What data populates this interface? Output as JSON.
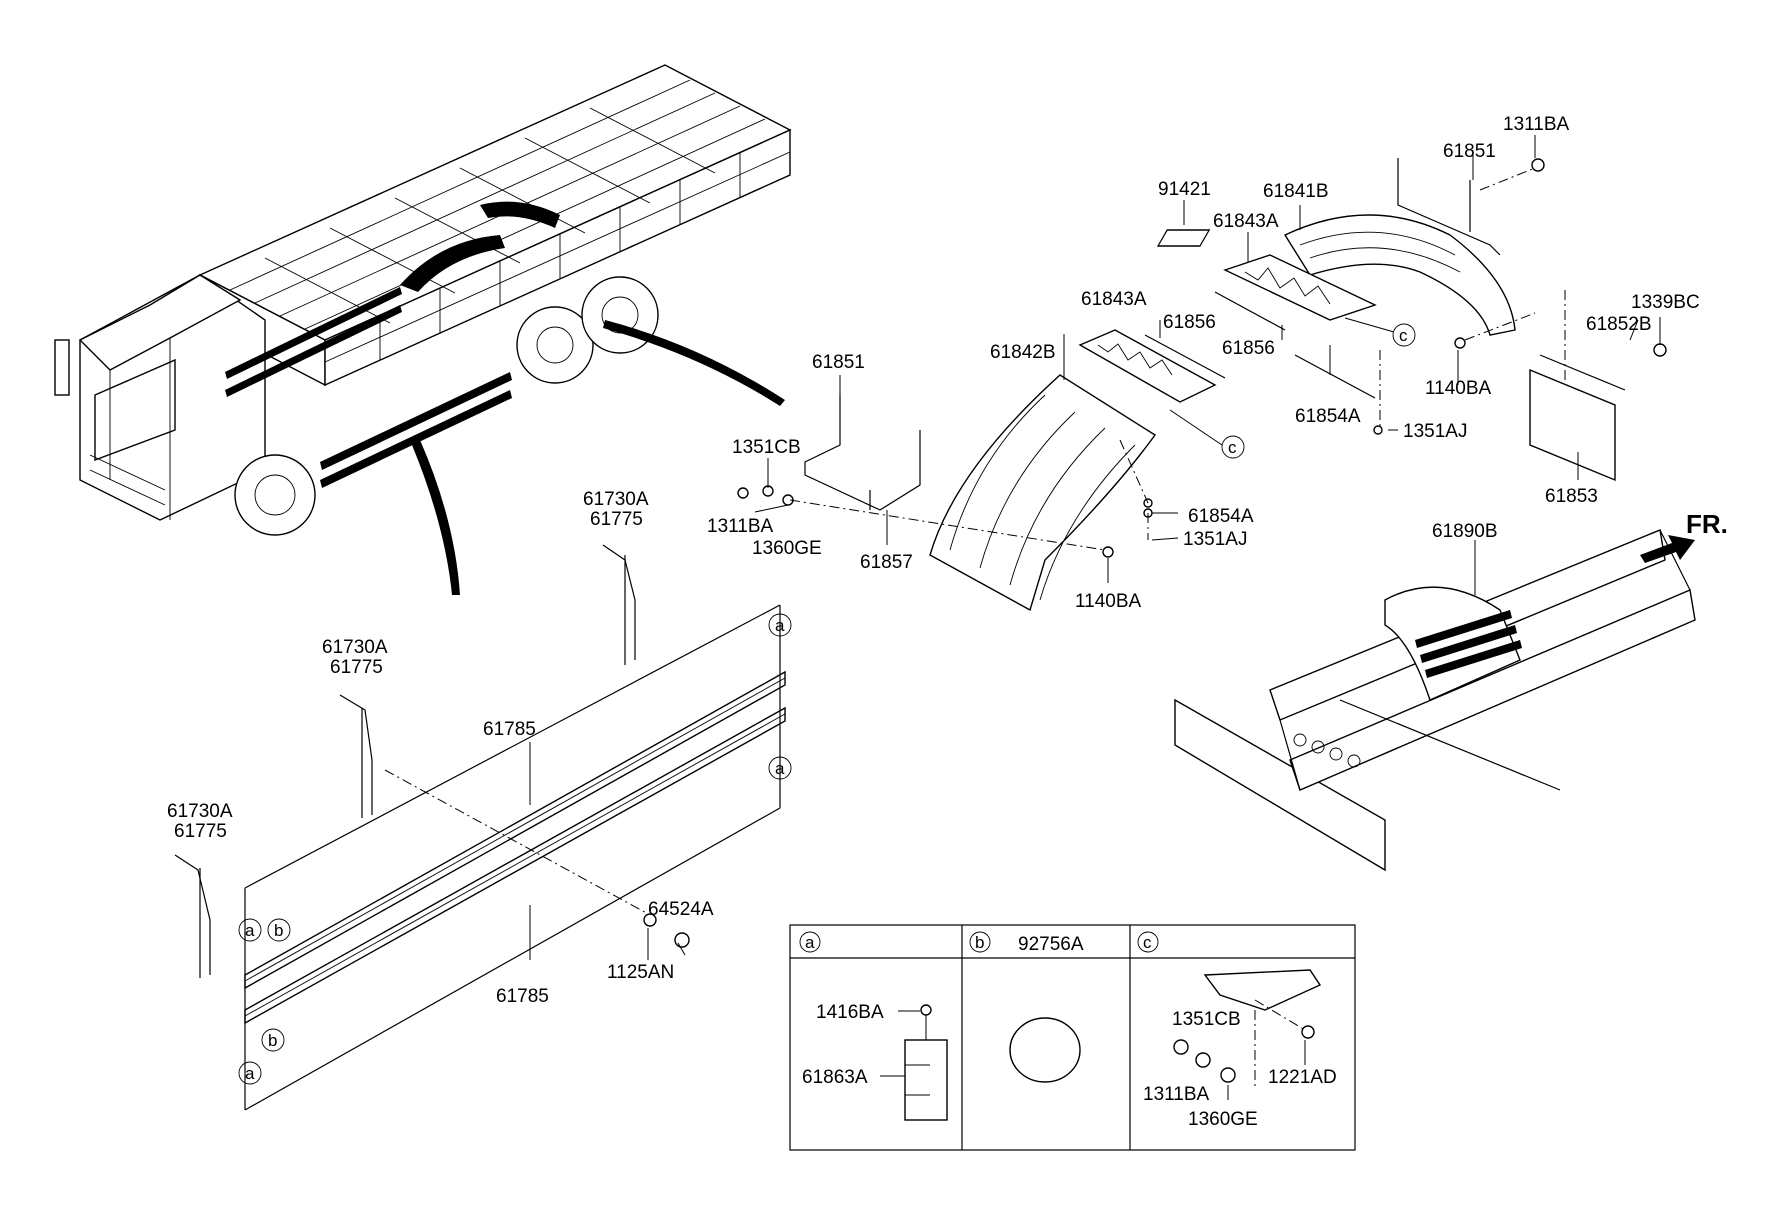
{
  "labels": {
    "p1311ba_top": "1311BA",
    "p61851_top": "61851",
    "p91421": "91421",
    "p61841b": "61841B",
    "p61843a_rear": "61843A",
    "p61843a_front": "61843A",
    "p61856_a": "61856",
    "p61856_b": "61856",
    "p1339bc": "1339BC",
    "p61852b": "61852B",
    "p1140ba_top": "1140BA",
    "p61854a_rear": "61854A",
    "p1351aj_rear": "1351AJ",
    "p61853": "61853",
    "p61842b": "61842B",
    "p61851_mid": "61851",
    "p1351cb_mid": "1351CB",
    "p1311ba_mid": "1311BA",
    "p1360ge_mid": "1360GE",
    "p61857": "61857",
    "p61854a_front": "61854A",
    "p1351aj_front": "1351AJ",
    "p1140ba_mid": "1140BA",
    "p61890b": "61890B",
    "fr": "FR.",
    "p61730a_1": "61730A",
    "p61775_1": "61775",
    "p61730a_2": "61730A",
    "p61775_2": "61775",
    "p61730a_3": "61730A",
    "p61775_3": "61775",
    "p61785_top": "61785",
    "p61785_bot": "61785",
    "p64524a": "64524A",
    "p1125an": "1125AN",
    "box_a_1416ba": "1416BA",
    "box_a_61863a": "61863A",
    "box_b_92756a": "92756A",
    "box_c_1351cb": "1351CB",
    "box_c_1221ad": "1221AD",
    "box_c_1311ba": "1311BA",
    "box_c_1360ge": "1360GE"
  },
  "callouts": {
    "a": "a",
    "b": "b",
    "c": "c"
  }
}
